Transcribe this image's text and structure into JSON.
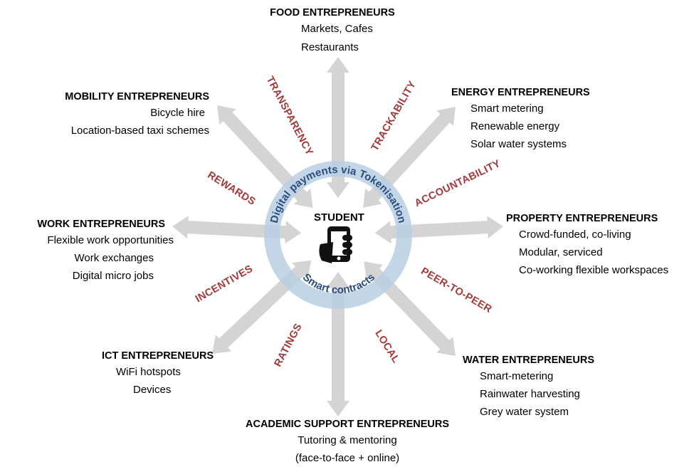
{
  "center": {
    "label": "STUDENT",
    "ring_top": "Digital payments via Tokenisation",
    "ring_bottom": "Smart contracts"
  },
  "colors": {
    "arrow": "#d4d4d4",
    "ring": "#b9cfe4",
    "ring_text": "#2c4e7e",
    "value_text": "#a23a3a"
  },
  "icons": {
    "center": "smartphone-in-hand-icon"
  },
  "groups": {
    "food": {
      "title": "FOOD ENTREPRENEURS",
      "items": [
        "Markets, Cafes",
        "Restaurants"
      ]
    },
    "energy": {
      "title": "ENERGY ENTREPRENEURS",
      "items": [
        "Smart metering",
        "Renewable energy",
        "Solar water systems"
      ]
    },
    "property": {
      "title": "PROPERTY ENTREPRENEURS",
      "items": [
        "Crowd-funded, co-living",
        "Modular, serviced",
        "Co-working flexible workspaces"
      ]
    },
    "water": {
      "title": "WATER ENTREPRENEURS",
      "items": [
        "Smart-metering",
        "Rainwater harvesting",
        "Grey water system"
      ]
    },
    "academic": {
      "title": "ACADEMIC SUPPORT ENTREPRENEURS",
      "items": [
        "Tutoring & mentoring",
        "(face-to-face + online)"
      ]
    },
    "ict": {
      "title": "ICT ENTREPRENEURS",
      "items": [
        "WiFi hotspots",
        "Devices"
      ]
    },
    "work": {
      "title": "WORK ENTREPRENEURS",
      "items": [
        "Flexible work opportunities",
        "Work exchanges",
        "Digital micro jobs"
      ]
    },
    "mobility": {
      "title": "MOBILITY ENTREPRENEURS",
      "items": [
        "Bicycle hire",
        "Location-based taxi schemes"
      ]
    }
  },
  "values": {
    "transparency": "TRANSPARENCY",
    "trackability": "TRACKABILITY",
    "accountability": "ACCOUNTABILITY",
    "peer_to_peer": "PEER-TO-PEER",
    "local": "LOCAL",
    "ratings": "RATINGS",
    "incentives": "INCENTIVES",
    "rewards": "REWARDS"
  }
}
